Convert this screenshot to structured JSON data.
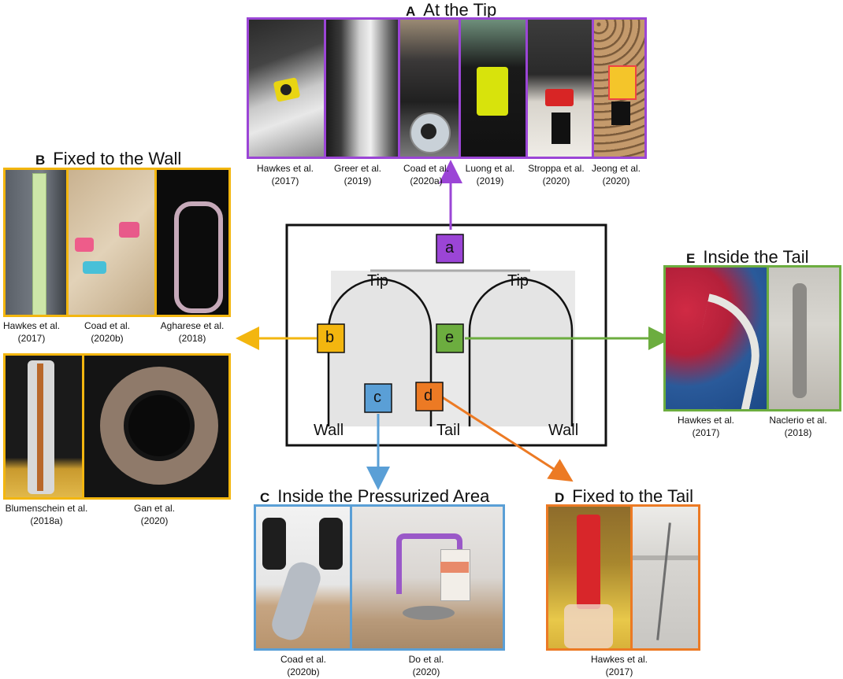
{
  "colors": {
    "a": "#9b45d6",
    "b": "#f3b60f",
    "c": "#5a9fd6",
    "d": "#ec7a24",
    "e": "#6cad3f"
  },
  "panels": {
    "A": {
      "letter": "A",
      "title": "At the Tip",
      "captions": [
        {
          "name": "Hawkes et al.",
          "year": "(2017)"
        },
        {
          "name": "Greer et al.",
          "year": "(2019)"
        },
        {
          "name": "Coad et al.",
          "year": "(2020a)"
        },
        {
          "name": "Luong et al.",
          "year": "(2019)"
        },
        {
          "name": "Stroppa et al.",
          "year": "(2020)"
        },
        {
          "name": "Jeong et al.",
          "year": "(2020)"
        }
      ]
    },
    "B": {
      "letter": "B",
      "title": "Fixed to the Wall",
      "captions": [
        {
          "name": "Hawkes et al.",
          "year": "(2017)"
        },
        {
          "name": "Coad et al.",
          "year": "(2020b)"
        },
        {
          "name": "Agharese et al.",
          "year": "(2018)"
        },
        {
          "name": "Blumenschein et al.",
          "year": "(2018a)"
        },
        {
          "name": "Gan et al.",
          "year": "(2020)"
        }
      ]
    },
    "C": {
      "letter": "C",
      "title": "Inside the Pressurized Area",
      "captions": [
        {
          "name": "Coad et al.",
          "year": "(2020b)"
        },
        {
          "name": "Do et al.",
          "year": "(2020)"
        }
      ]
    },
    "D": {
      "letter": "D",
      "title": "Fixed to the Tail",
      "captions": [
        {
          "name": "Hawkes et al.",
          "year": "(2017)"
        }
      ]
    },
    "E": {
      "letter": "E",
      "title": "Inside the Tail",
      "captions": [
        {
          "name": "Hawkes et al.",
          "year": "(2017)"
        },
        {
          "name": "Naclerio et al.",
          "year": "(2018)"
        }
      ]
    }
  },
  "diagram": {
    "tip_left": "Tip",
    "tip_right": "Tip",
    "wall_left": "Wall",
    "tail": "Tail",
    "wall_right": "Wall",
    "markers": {
      "a": "a",
      "b": "b",
      "c": "c",
      "d": "d",
      "e": "e"
    }
  }
}
